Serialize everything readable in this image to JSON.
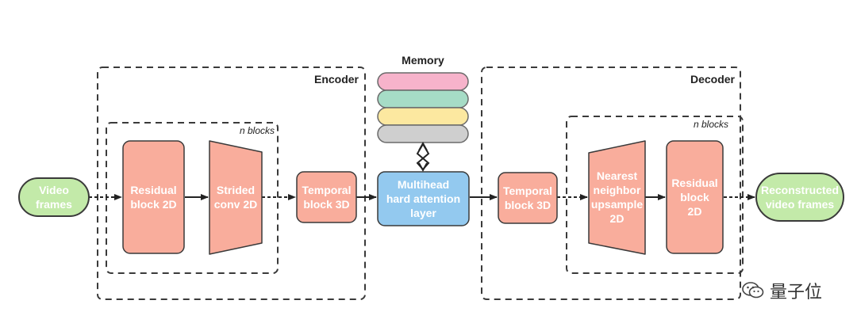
{
  "encoder": {
    "label": "Encoder",
    "inner_label": "n blocks"
  },
  "decoder": {
    "label": "Decoder",
    "inner_label": "n blocks"
  },
  "memory": {
    "label": "Memory",
    "slot_colors": [
      "#f7b3cb",
      "#a6dcc6",
      "#fce8a0",
      "#cfcfcf"
    ]
  },
  "nodes": {
    "video_frames": [
      "Video",
      "frames"
    ],
    "enc_residual": [
      "Residual",
      "block 2D"
    ],
    "strided_conv": [
      "Strided",
      "conv 2D"
    ],
    "enc_temporal": [
      "Temporal",
      "block 3D"
    ],
    "attention": [
      "Multihead",
      "hard attention",
      "layer"
    ],
    "dec_temporal": [
      "Temporal",
      "block 3D"
    ],
    "nearest_upsample": [
      "Nearest",
      "neighbor",
      "upsample",
      "2D"
    ],
    "dec_residual": [
      "Residual",
      "block",
      "2D"
    ],
    "reconstructed": [
      "Reconstructed",
      "video frames"
    ]
  },
  "watermark": {
    "text": "量子位"
  },
  "colors": {
    "io_fill": "#c3eaa9",
    "io_stroke": "#3a3a3a",
    "block_fill": "#f9ad9c",
    "block_stroke": "#3a3a3a",
    "attention_fill": "#93c9ef",
    "dashed_border": "#3a3a3a"
  }
}
